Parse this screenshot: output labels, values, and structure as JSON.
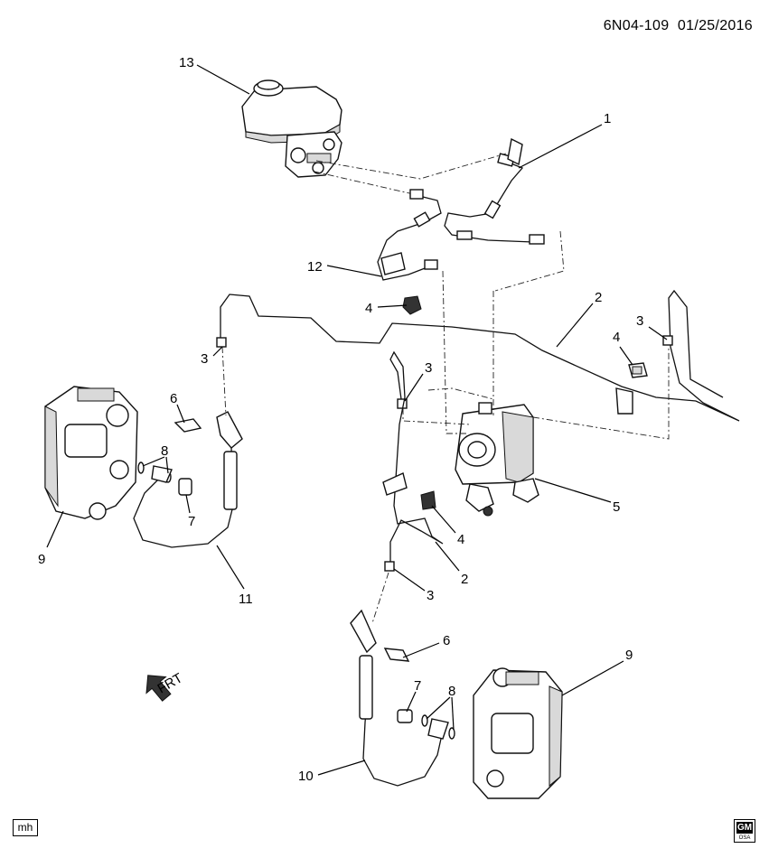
{
  "header": {
    "diagram_id": "6N04-109",
    "date": "01/25/2016"
  },
  "footer": {
    "author_tag": "mh",
    "logo_text": "GM",
    "logo_sub": "OSA"
  },
  "orientation": {
    "label": "FRT"
  },
  "callouts": {
    "c1": "1",
    "c2a": "2",
    "c2b": "2",
    "c3a": "3",
    "c3b": "3",
    "c3c": "3",
    "c3d": "3",
    "c4a": "4",
    "c4b": "4",
    "c4c": "4",
    "c5": "5",
    "c6a": "6",
    "c6b": "6",
    "c7a": "7",
    "c7b": "7",
    "c8a": "8",
    "c8b": "8",
    "c9a": "9",
    "c9b": "9",
    "c10": "10",
    "c11": "11",
    "c12": "12",
    "c13": "13"
  }
}
